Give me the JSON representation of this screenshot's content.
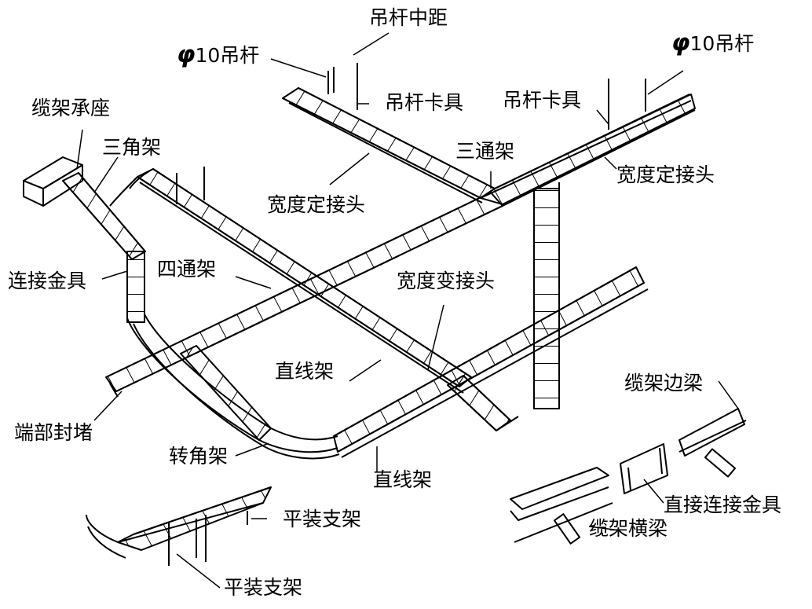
{
  "labels": {
    "hanger_spacing": "吊杆中距",
    "rod_left_phi": "φ",
    "rod_left_text": "10吊杆",
    "rod_right_phi": "φ",
    "rod_right_text": "10吊杆",
    "tray_seat": "缆架承座",
    "triangle_bracket": "三角架",
    "rod_clamp_1": "吊杆卡具",
    "rod_clamp_2": "吊杆卡具",
    "tee": "三通架",
    "fixed_width_joint_1": "宽度定接头",
    "fixed_width_joint_2": "宽度定接头",
    "connector_fitting": "连接金具",
    "cross": "四通架",
    "variable_width_joint": "宽度变接头",
    "straight_1": "直线架",
    "straight_2": "直线架",
    "end_cap": "端部封堵",
    "elbow": "转角架",
    "side_rail": "缆架边梁",
    "straight_connector": "直接连接金具",
    "crossbeam": "缆架横梁",
    "flat_bracket_1": "平装支架",
    "flat_bracket_2": "平装支架"
  }
}
